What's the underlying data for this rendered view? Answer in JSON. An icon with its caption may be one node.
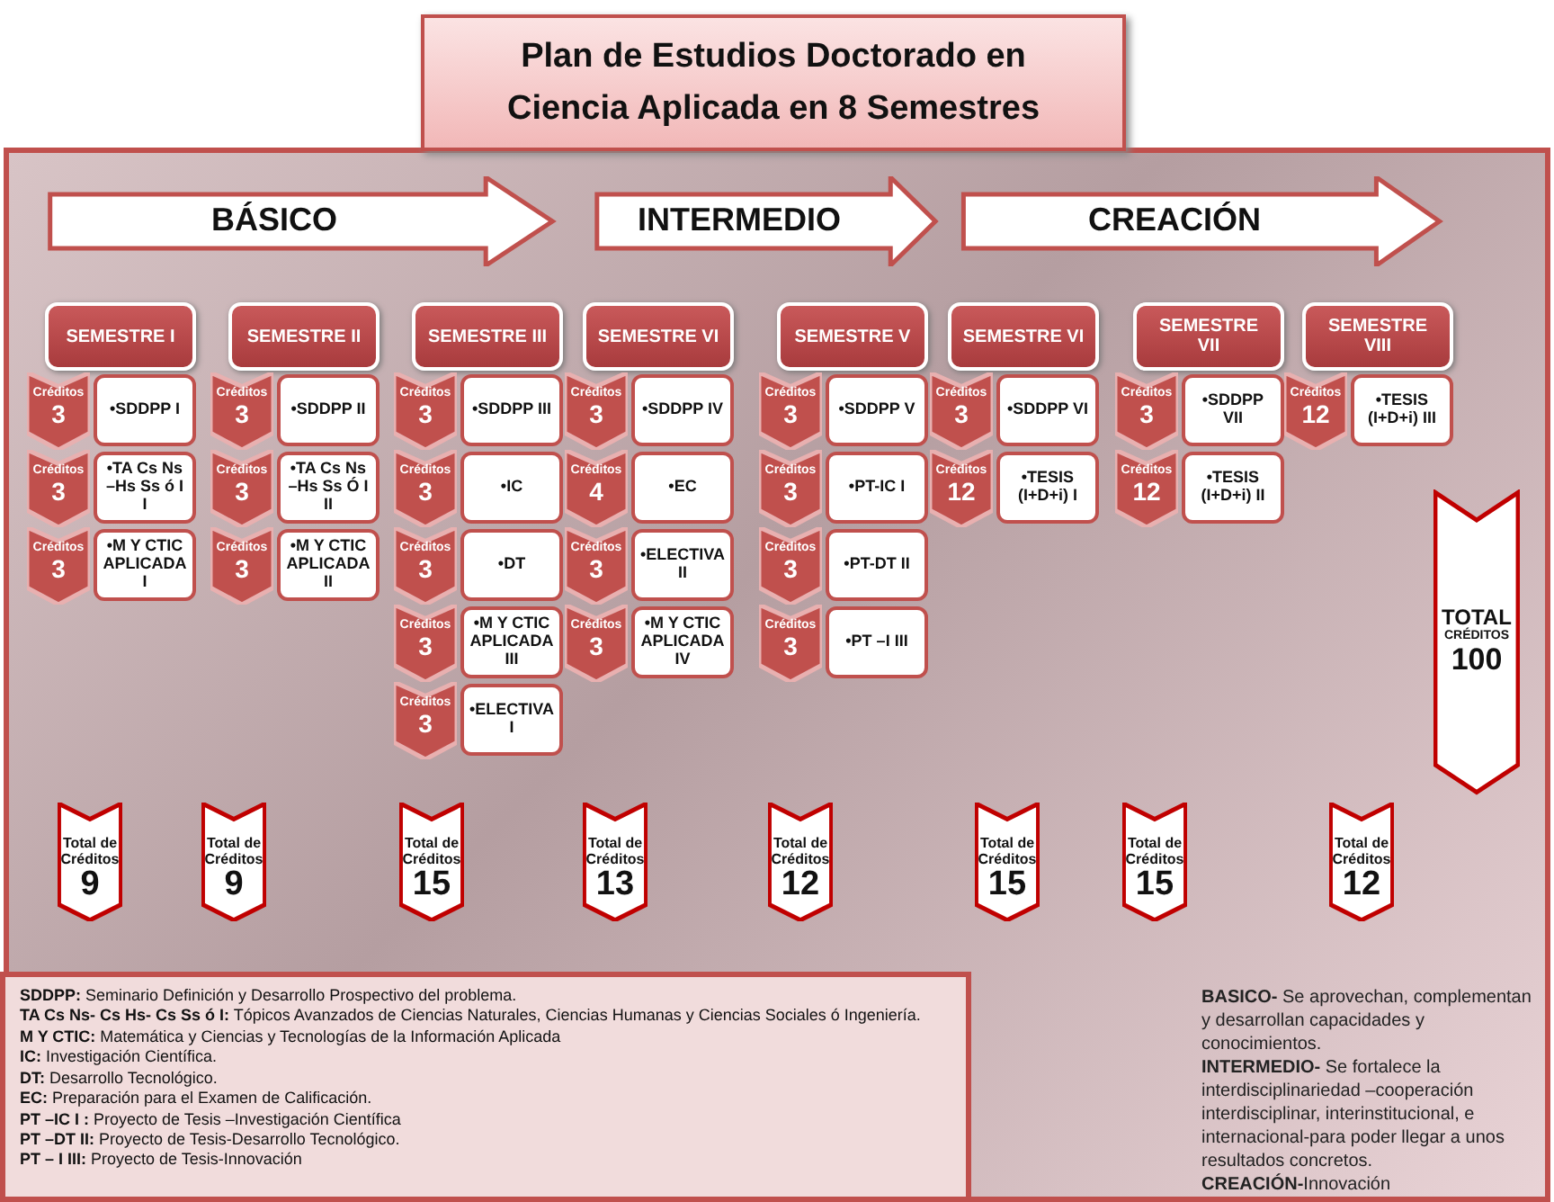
{
  "diagram": {
    "title": "Plan de Estudios Doctorado en Ciencia Aplicada en 8 Semestres",
    "nodes": [
      {
        "text": [
          "BÁSICO"
        ]
      },
      {
        "text": [
          "INTERMEDIO"
        ]
      },
      {
        "text": [
          "CREACIÓN"
        ]
      },
      {
        "text": [
          "SEMESTRE I"
        ]
      },
      {
        "text": [
          "Créditos",
          "3"
        ]
      },
      {
        "text": [
          "•SDDPP I"
        ]
      },
      {
        "text": [
          "Créditos",
          "3"
        ]
      },
      {
        "text": [
          "•TA Cs Ns –Hs Ss ó I I"
        ]
      },
      {
        "text": [
          "Créditos",
          "3"
        ]
      },
      {
        "text": [
          "•M Y CTIC APLICADA I"
        ]
      },
      {
        "text": [
          "SEMESTRE II"
        ]
      },
      {
        "text": [
          "Créditos",
          "3"
        ]
      },
      {
        "text": [
          "•SDDPP II"
        ]
      },
      {
        "text": [
          "Créditos",
          "3"
        ]
      },
      {
        "text": [
          "•TA Cs Ns –Hs Ss Ó I II"
        ]
      },
      {
        "text": [
          "Créditos",
          "3"
        ]
      },
      {
        "text": [
          "•M Y CTIC APLICADA II"
        ]
      },
      {
        "text": [
          "SEMESTRE III"
        ]
      },
      {
        "text": [
          "Créditos",
          "3"
        ]
      },
      {
        "text": [
          "•SDDPP III"
        ]
      },
      {
        "text": [
          "Créditos",
          "3"
        ]
      },
      {
        "text": [
          "•IC"
        ]
      },
      {
        "text": [
          "Créditos",
          "3"
        ]
      },
      {
        "text": [
          "•DT"
        ]
      },
      {
        "text": [
          "Créditos",
          "3"
        ]
      },
      {
        "text": [
          "•M Y CTIC APLICADA III"
        ]
      },
      {
        "text": [
          "Créditos",
          "3"
        ]
      },
      {
        "text": [
          "•ELECTIVA I"
        ]
      },
      {
        "text": [
          "SEMESTRE VI"
        ]
      },
      {
        "text": [
          "Créditos",
          "3"
        ]
      },
      {
        "text": [
          "•SDDPP IV"
        ]
      },
      {
        "text": [
          "Créditos",
          "4"
        ]
      },
      {
        "text": [
          "•EC"
        ]
      },
      {
        "text": [
          "Créditos",
          "3"
        ]
      },
      {
        "text": [
          "•ELECTIVA II"
        ]
      },
      {
        "text": [
          "Créditos",
          "3"
        ]
      },
      {
        "text": [
          "•M Y CTIC APLICADA IV"
        ]
      },
      {
        "text": [
          "SEMESTRE V"
        ]
      },
      {
        "text": [
          "Créditos",
          "3"
        ]
      },
      {
        "text": [
          "•SDDPP V"
        ]
      },
      {
        "text": [
          "Créditos",
          "3"
        ]
      },
      {
        "text": [
          "•PT-IC I"
        ]
      },
      {
        "text": [
          "Créditos",
          "3"
        ]
      },
      {
        "text": [
          "•PT-DT II"
        ]
      },
      {
        "text": [
          "Créditos",
          "3"
        ]
      },
      {
        "text": [
          "•PT –I III"
        ]
      },
      {
        "text": [
          "SEMESTRE VI"
        ]
      },
      {
        "text": [
          "Créditos",
          "3"
        ]
      },
      {
        "text": [
          "•SDDPP VI"
        ]
      },
      {
        "text": [
          "Créditos",
          "12"
        ]
      },
      {
        "text": [
          "•TESIS (I+D+i) I"
        ]
      },
      {
        "text": [
          "SEMESTRE VII"
        ]
      },
      {
        "text": [
          "Créditos",
          "3"
        ]
      },
      {
        "text": [
          "•SDDPP VII"
        ]
      },
      {
        "text": [
          "Créditos",
          "12"
        ]
      },
      {
        "text": [
          "•TESIS (I+D+i) II"
        ]
      },
      {
        "text": [
          "SEMESTRE VIII"
        ]
      },
      {
        "text": [
          "Créditos",
          "12"
        ]
      },
      {
        "text": [
          "•TESIS (I+D+i) III"
        ]
      },
      {
        "text": [
          "Total de Créditos",
          "9"
        ]
      },
      {
        "text": [
          "Total de Créditos",
          "9"
        ]
      },
      {
        "text": [
          "Total de Créditos",
          "15"
        ]
      },
      {
        "text": [
          "Total de Créditos",
          "13"
        ]
      },
      {
        "text": [
          "Total de Créditos",
          "12"
        ]
      },
      {
        "text": [
          "Total de Créditos",
          "15"
        ]
      },
      {
        "text": [
          "Total de Créditos",
          "15"
        ]
      },
      {
        "text": [
          "Total de Créditos",
          "12"
        ]
      },
      {
        "text": [
          "TOTAL",
          "CRÉDITOS",
          "100"
        ]
      },
      {
        "text": [
          "**SDDPP:** Seminario Definición y Desarrollo Prospectivo del problema.",
          "**TA Cs Ns- Cs Hs- Cs Ss ó I:** Tópicos Avanzados de Ciencias Naturales, Ciencias Humanas y Ciencias Sociales ó Ingeniería.",
          "**M Y CTIC:** Matemática y Ciencias y Tecnologías de la Información Aplicada",
          "**IC:** Investigación Científica.",
          "**DT:** Desarrollo Tecnológico.",
          "**EC:** Preparación para el Examen de Calificación.",
          "**PT –IC I :** Proyecto de Tesis –Investigación Científica",
          "**PT –DT II:** Proyecto de Tesis-Desarrollo Tecnológico.",
          "**PT – I III:** Proyecto de Tesis-Innovación"
        ]
      }
    ],
    "labels": [
      "**BASICO-** Se aprovechan, complementan y desarrollan capacidades y conocimientos.",
      "**INTERMEDIO-** Se fortalece la interdisciplinariedad –cooperación interdisciplinar, interinstitucional, e internacional-para poder llegar a unos resultados concretos.",
      "**CREACIÓN-**Innovación"
    ]
  }
}
